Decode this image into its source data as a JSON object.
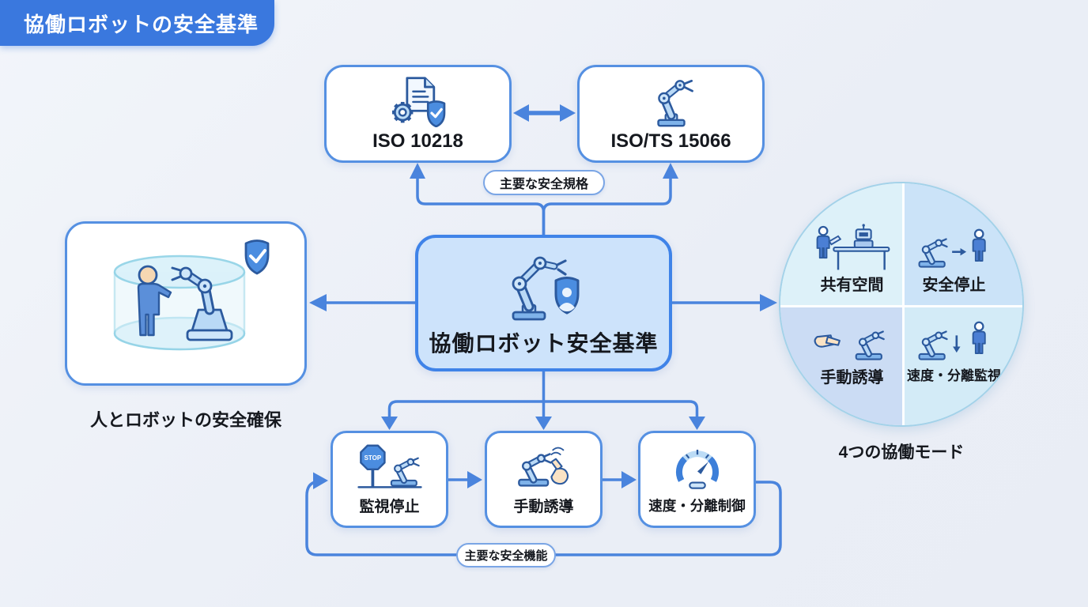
{
  "banner": {
    "title": "協働ロボットの安全基準"
  },
  "standards": {
    "label": "主要な安全規格",
    "items": [
      {
        "name": "ISO 10218",
        "icon": "document-gear-shield-icon"
      },
      {
        "name": "ISO/TS 15066",
        "icon": "robot-arm-icon"
      }
    ]
  },
  "center": {
    "title": "協働ロボット安全基準",
    "icon": "robot-shield-person-icon"
  },
  "left": {
    "caption": "人とロボットの安全確保",
    "icon": "human-robot-safety-cell-icon"
  },
  "modes": {
    "caption": "4つの協働モード",
    "quadrants": [
      {
        "label": "共有空間",
        "icon": "shared-workspace-icon"
      },
      {
        "label": "安全停止",
        "icon": "safety-rated-stop-icon"
      },
      {
        "label": "手動誘導",
        "icon": "hand-guiding-icon"
      },
      {
        "label": "速度・分離監視",
        "icon": "speed-separation-monitoring-icon"
      }
    ]
  },
  "functions": {
    "label": "主要な安全機能",
    "items": [
      {
        "name": "監視停止",
        "icon": "stop-sign-robot-icon"
      },
      {
        "name": "手動誘導",
        "icon": "hand-tap-robot-icon"
      },
      {
        "name": "速度・分離制御",
        "icon": "speedometer-icon"
      }
    ]
  },
  "colors": {
    "accent_line": "#4a84dd",
    "banner_bg": "#3a78de",
    "box_border": "#5590e2",
    "center_fill": "#cde3fb",
    "background": "#edf0f6",
    "quadrant_tl": "#ddf1f9",
    "quadrant_tr": "#cbe3f8",
    "quadrant_bl": "#cbdcf4",
    "quadrant_br": "#d3ebf7"
  }
}
